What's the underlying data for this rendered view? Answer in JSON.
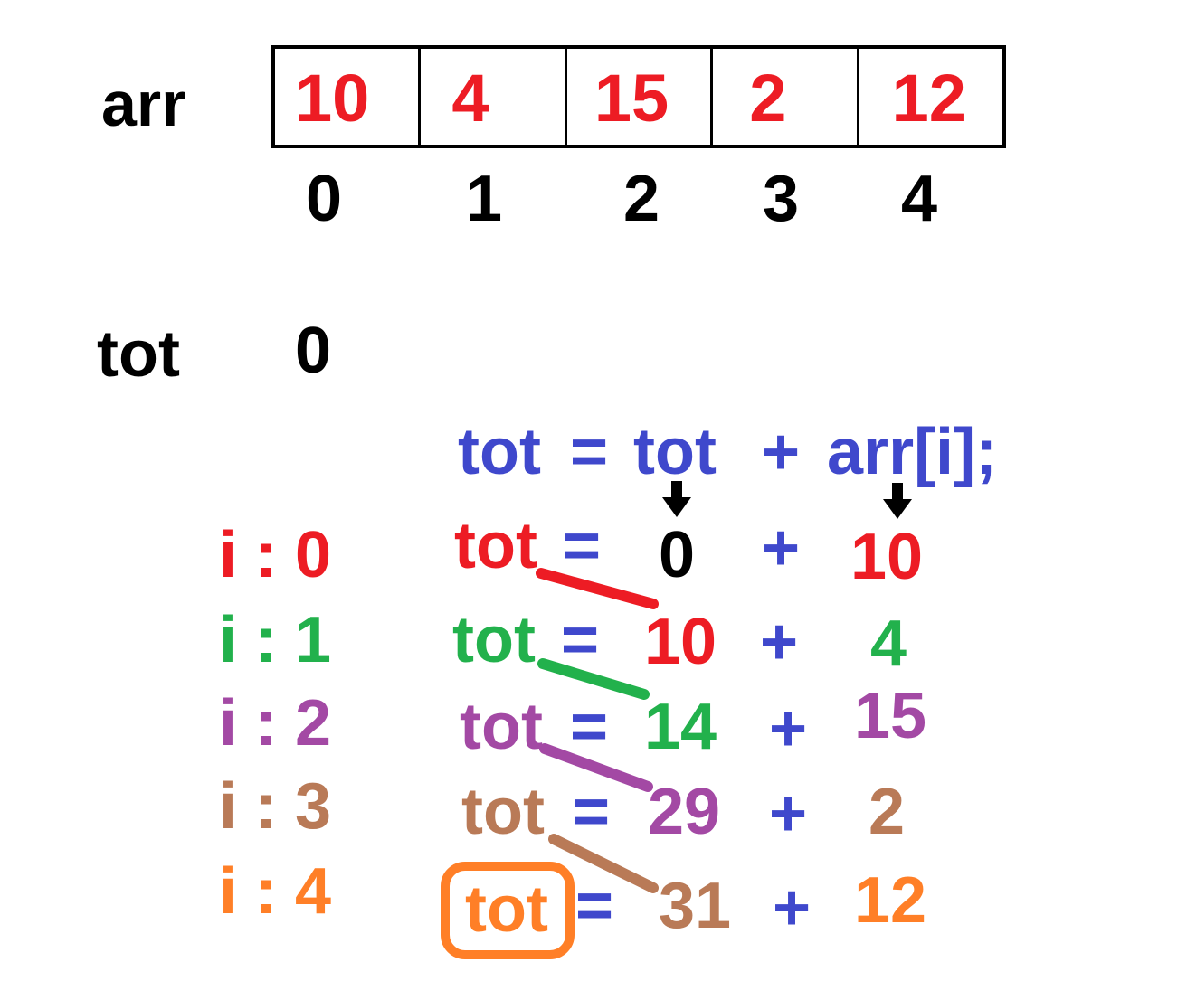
{
  "colors": {
    "red": "#ed1c24",
    "green": "#22b14c",
    "purple": "#a349a4",
    "brown": "#b97a57",
    "orange": "#ff7f27",
    "blue": "#3f48cc",
    "black": "#000000"
  },
  "arr": {
    "label": "arr",
    "values": [
      "10",
      "4",
      "15",
      "2",
      "12"
    ],
    "indices": [
      "0",
      "1",
      "2",
      "3",
      "4"
    ]
  },
  "tot": {
    "label": "tot",
    "initial": "0"
  },
  "formula": {
    "lhs": "tot",
    "eq": "=",
    "tot_ref": "tot",
    "plus": "+",
    "arr_ref": "arr[i];"
  },
  "iterations": [
    {
      "label": "i : 0",
      "lhs": "tot",
      "eq": "=",
      "prev": "0",
      "plus": "+",
      "add": "10"
    },
    {
      "label": "i : 1",
      "lhs": "tot",
      "eq": "=",
      "prev": "10",
      "plus": "+",
      "add": "4"
    },
    {
      "label": "i : 2",
      "lhs": "tot",
      "eq": "=",
      "prev": "14",
      "plus": "+",
      "add": "15"
    },
    {
      "label": "i : 3",
      "lhs": "tot",
      "eq": "=",
      "prev": "29",
      "plus": "+",
      "add": "2"
    },
    {
      "label": "i : 4",
      "lhs": "tot",
      "eq": "=",
      "prev": "31",
      "plus": "+",
      "add": "12"
    }
  ]
}
